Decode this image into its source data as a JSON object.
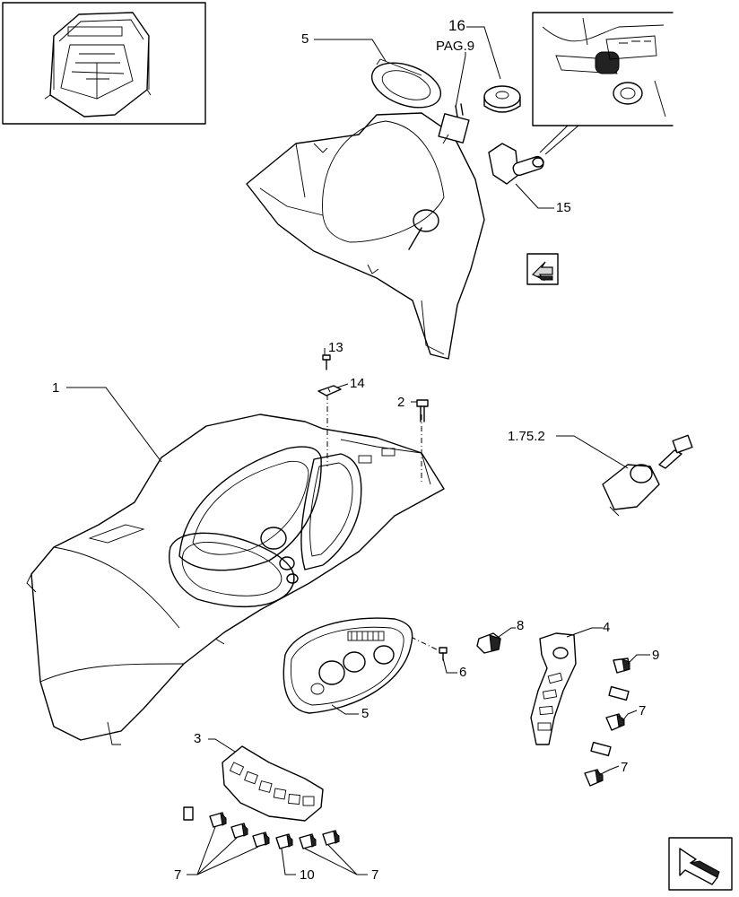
{
  "labels": {
    "l5top": "5",
    "lpag": "PAG.9",
    "l16": "16",
    "l15": "15",
    "l13": "13",
    "l14": "14",
    "l1": "1",
    "l2": "2",
    "l1752": "1.75.2",
    "l8": "8",
    "l4": "4",
    "l9": "9",
    "l6": "6",
    "l5mid": "5",
    "l7a": "7",
    "l7b": "7",
    "l3": "3",
    "l7c": "7",
    "l10": "10",
    "l7d": "7"
  },
  "icons": {
    "reference_arrow": "reference-arrow-icon",
    "navigation_arrow": "navigation-arrow-icon"
  }
}
